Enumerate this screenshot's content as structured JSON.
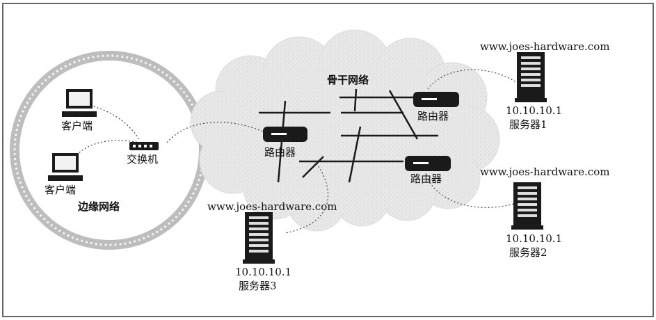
{
  "labels": {
    "backbone": "骨干网络",
    "edge": "边缘网络",
    "switch": "交换机",
    "client1": "客户端",
    "client2": "客户端",
    "router_center": "路由器",
    "router_top": "路由器",
    "router_bottom": "路由器",
    "server1_host": "www.joes-hardware.com",
    "server1_ip": "10.10.10.1",
    "server1_name": "服务器1",
    "server2_host": "www.joes-hardware.com",
    "server2_ip": "10.10.10.1",
    "server2_name": "服务器2",
    "server3_host": "www.joes-hardware.com",
    "server3_ip": "10.10.10.1",
    "server3_name": "服务器3"
  },
  "colors": {
    "frame": "#333333",
    "cloud_fill": "#e6e6e6",
    "ring": "#bdbdbd",
    "device": "#1a1a1a",
    "dotted": "#444444"
  }
}
